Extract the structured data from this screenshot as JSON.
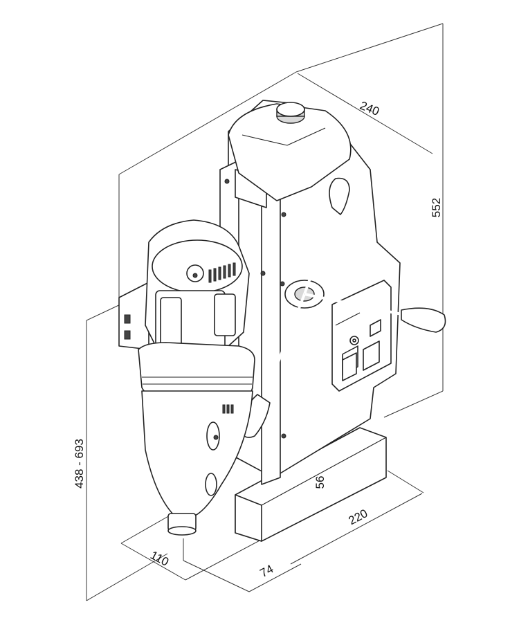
{
  "dimensions": {
    "top_width": "240",
    "height": "552",
    "drill_height_range": "438 - 693",
    "base_height": "56",
    "base_length": "220",
    "spindle_offset": "110",
    "base_width": "74"
  }
}
